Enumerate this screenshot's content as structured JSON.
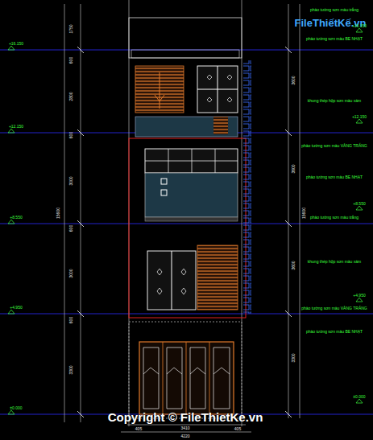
{
  "diagram": {
    "labels": [
      "FileThiếtKế.vn",
      "+16.150",
      "+12.150",
      "+8.550",
      "+4.950",
      "±0.000",
      "1750",
      "600",
      "2800",
      "600",
      "3000",
      "600",
      "3000",
      "600",
      "3300",
      "15600",
      "phào tường sơn màu trắng",
      "phào tường sơn màu BE NHẠT",
      "khung thép hộp sơn màu xám",
      "phào tường sơn màu VÀNG TRẮNG",
      "phào tường sơn màu BE NHẠT",
      "phào tường sơn màu trắng",
      "khung thép hộp sơn màu xám",
      "phào tường sơn màu VÀNG TRẮNG",
      "phào tường sơn màu BE NHẠT",
      "+16.150",
      "+12.150",
      "+8.550",
      "+4.950",
      "±0.000",
      "3600",
      "3600",
      "3600",
      "3300",
      "15600",
      "405",
      "3410",
      "405",
      "4220",
      "Copyright © FileThietKe.vn"
    ]
  }
}
